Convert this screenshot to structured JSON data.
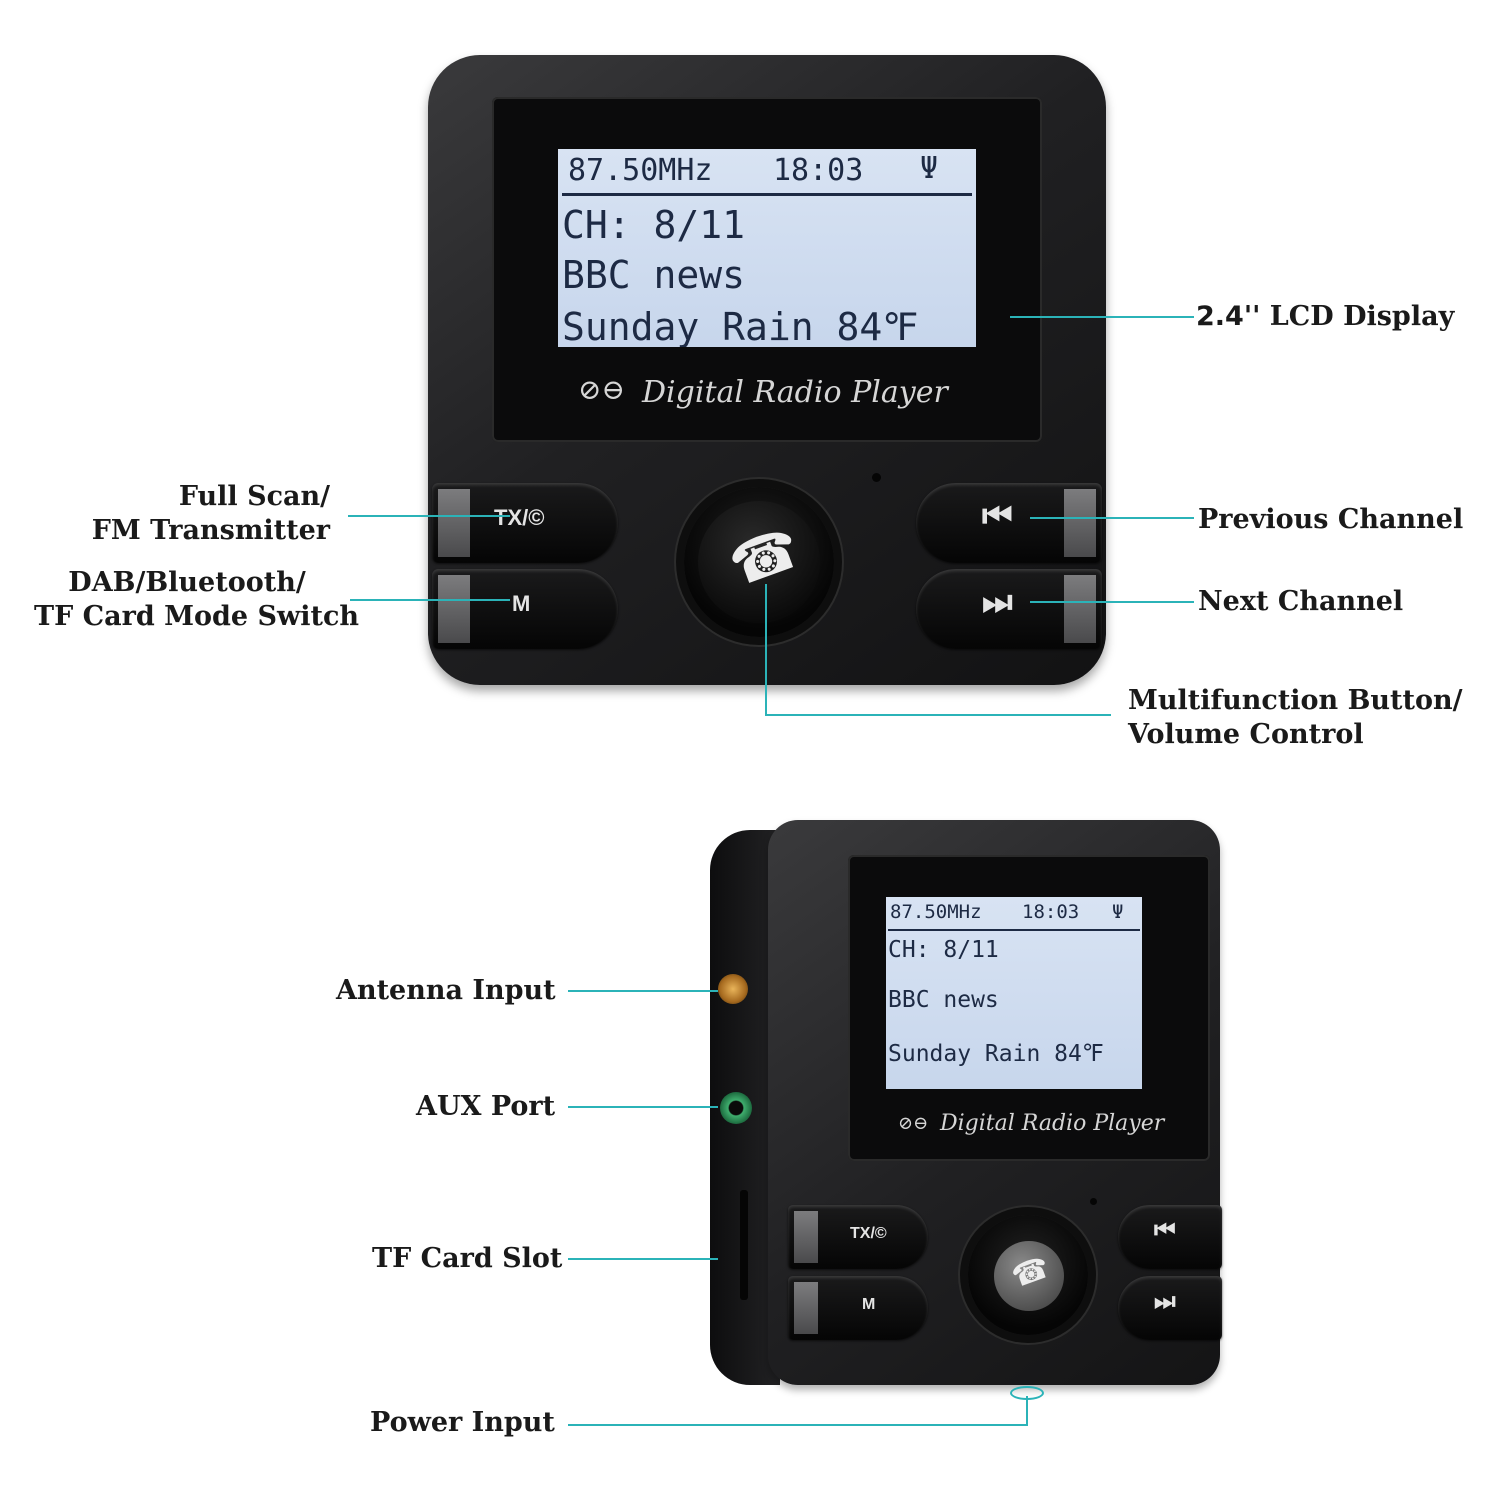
{
  "lcd": {
    "frequency": "87.50MHz",
    "time": "18:03",
    "signal_icon": "antenna-icon",
    "channel": "CH: 8/11",
    "station": "BBC news",
    "weather": "Sunday Rain 84℉"
  },
  "brand": "Digital Radio Player",
  "buttons": {
    "tx": "TX/©",
    "mode": "M",
    "prev_icon": "⏮",
    "next_icon": "⏭",
    "call_icon": "☎"
  },
  "labels": {
    "lcd_size": "2.4",
    "lcd_display": "'' LCD Display",
    "full_scan_1": "Full Scan/",
    "full_scan_2": "FM Transmitter",
    "mode_1": "DAB/Bluetooth/",
    "mode_2": "TF Card Mode Switch",
    "previous": "Previous Channel",
    "next": "Next Channel",
    "multi_1": "Multifunction Button/",
    "multi_2": "Volume Control",
    "antenna": "Antenna Input",
    "aux": "AUX Port",
    "tf": "TF Card Slot",
    "power": "Power Input"
  },
  "colors": {
    "accent": "#2bb3b8",
    "lcd_bg": "#cfdcf0",
    "device": "#1e1e20"
  }
}
